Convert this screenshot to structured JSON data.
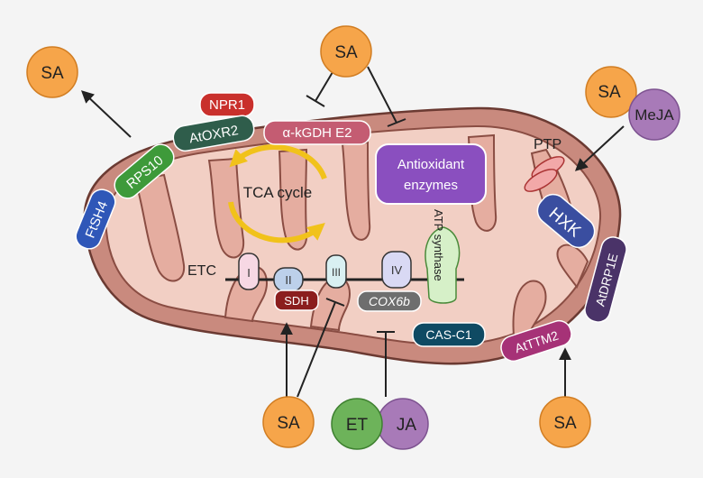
{
  "colors": {
    "background": "#f4f4f4",
    "outer_membrane": "#c98a7e",
    "matrix": "#f2cfc4",
    "inner_membrane": "#e5ada0",
    "membrane_stroke": "#6b3a32",
    "hormone_sa": "#f6a54a",
    "hormone_meja": "#a87ab8",
    "hormone_et": "#6db35a",
    "hormone_ja": "#a87ab8",
    "tca_arrow": "#f1c21b"
  },
  "labels": {
    "sa_top": "SA",
    "sa_top_left": "SA",
    "sa_right": "SA",
    "meja": "MeJA",
    "sa_bottom_left": "SA",
    "et": "ET",
    "ja": "JA",
    "sa_bottom_right": "SA",
    "npr1": "NPR1",
    "atoxr2": "AtOXR2",
    "rps10": "RPS10",
    "ftsh4": "FtSH4",
    "akgdh": "α-kGDH E2",
    "antioxidant_line1": "Antioxidant",
    "antioxidant_line2": "enzymes",
    "tca": "TCA cycle",
    "ptp": "PTP",
    "hxk": "HXK",
    "atdrp1e": "AtDRP1E",
    "atttm2": "AtTTM2",
    "etc": "ETC",
    "complex1": "I",
    "complex2": "II",
    "complex3": "III",
    "complex4": "IV",
    "sdh": "SDH",
    "cox6b": "COX6b",
    "atp_synthase": "ATP synthase",
    "casc1": "CAS-C1"
  }
}
